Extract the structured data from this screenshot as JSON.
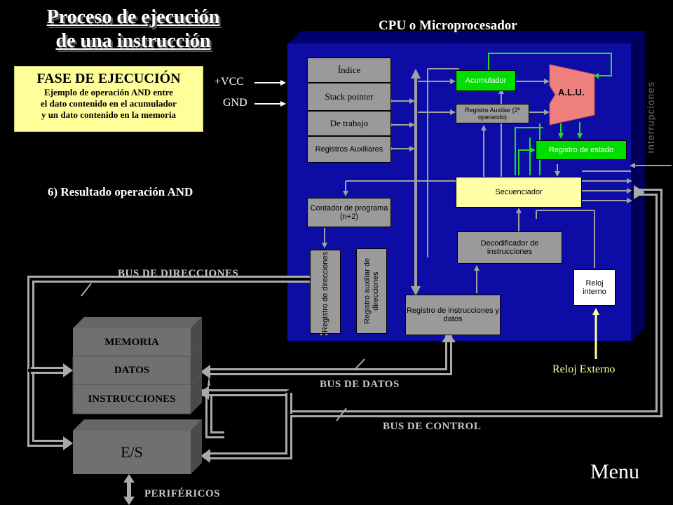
{
  "title": {
    "line1": "Proceso de  ejecución",
    "line2": "de una instrucción"
  },
  "cpu_label": "CPU o Microprocesador",
  "phase": {
    "heading": "FASE DE EJECUCIÓN",
    "line1": "Ejemplo de operación AND entre",
    "line2": "el dato  contenido en el acumulador",
    "line3": "y un dato contenido en la memoria"
  },
  "power": {
    "vcc": "+VCC",
    "gnd": "GND"
  },
  "step": "6) Resultado operación AND",
  "registers": {
    "indice": "Índice",
    "stack": "Stack pointer",
    "trabajo": "De trabajo",
    "auxiliares": "Registros Auxiliares",
    "contador": "Contador de programa (n+2)",
    "reg_dir": "Registro de direcciones",
    "reg_aux_dir": "Registro auxiliar de direcciones",
    "reg_instr": "Registro de instrucciones y datos",
    "acumulador": "Acumulador",
    "reg_aux": "Registro Auxiliar (2º operando)",
    "alu": "A.L.U.",
    "estado": "Registro de estado",
    "secuenciador": "Secuenciador",
    "decodificador": "Decodificador de instrucciones",
    "reloj_interno": "Reloj interno"
  },
  "interrupciones": "Interrupciones",
  "reloj_externo": "Reloj Externo",
  "buses": {
    "direcciones": "BUS DE DIRECCIONES",
    "datos": "BUS DE DATOS",
    "control": "BUS DE CONTROL"
  },
  "memory": {
    "memoria": "MEMORIA",
    "datos": "DATOS",
    "instrucciones": "INSTRUCCIONES"
  },
  "io": "E/S",
  "perifericos": "PERIFÉRICOS",
  "menu": "Menu",
  "colors": {
    "cpu_face": "#0a0aa8",
    "cpu_side": "#000060",
    "bus_gray": "#9a9a9a",
    "green": "#00dd00",
    "alu": "#f08080",
    "yellow": "#ffffa8"
  }
}
